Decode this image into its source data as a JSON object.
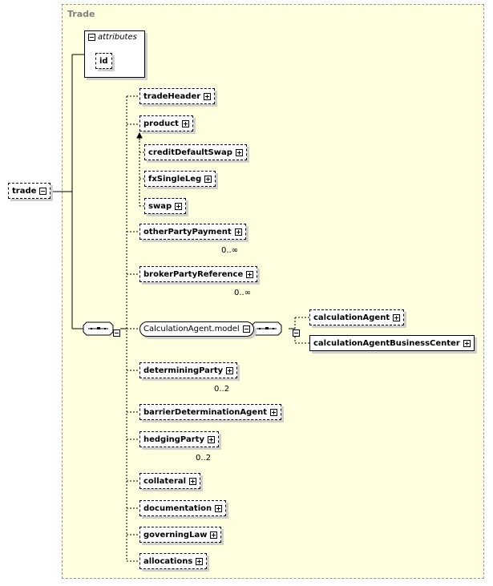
{
  "frame": {
    "title": "Trade"
  },
  "root": {
    "label": "trade"
  },
  "attributes": {
    "header": "attributes",
    "items": [
      "id"
    ]
  },
  "elements": [
    {
      "label": "tradeHeader"
    },
    {
      "label": "product"
    },
    {
      "label": "creditDefaultSwap"
    },
    {
      "label": "fxSingleLeg"
    },
    {
      "label": "swap"
    },
    {
      "label": "otherPartyPayment",
      "cardinality": "0..∞"
    },
    {
      "label": "brokerPartyReference",
      "cardinality": "0..∞"
    },
    {
      "label": "CalculationAgent.model"
    },
    {
      "label": "calculationAgent"
    },
    {
      "label": "calculationAgentBusinessCenter"
    },
    {
      "label": "determiningParty",
      "cardinality": "0..2"
    },
    {
      "label": "barrierDeterminationAgent"
    },
    {
      "label": "hedgingParty",
      "cardinality": "0..2"
    },
    {
      "label": "collateral"
    },
    {
      "label": "documentation"
    },
    {
      "label": "governingLaw"
    },
    {
      "label": "allocations"
    }
  ],
  "colors": {
    "background": "#ffffe0",
    "frame_border": "#999999",
    "shadow": "#cfcfcf"
  }
}
